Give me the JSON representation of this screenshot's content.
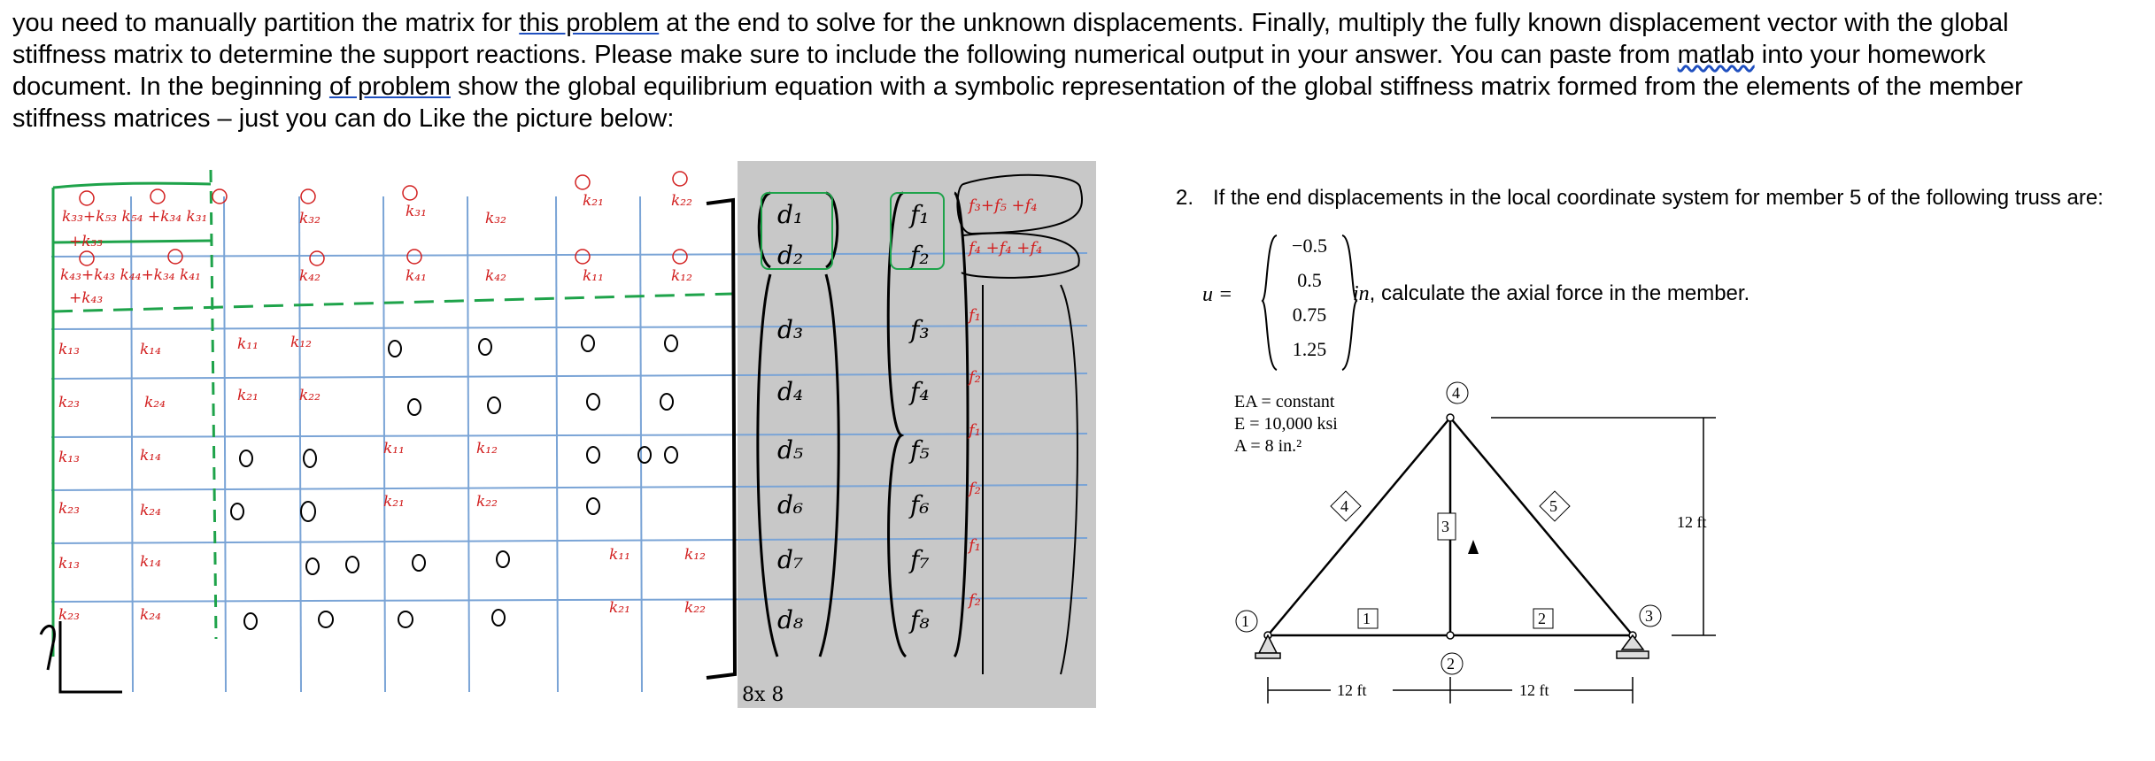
{
  "instructions": {
    "line1_a": "you need to manually partition the matrix for ",
    "line1_link": "this  problem",
    "line1_b": " at the end to solve for the unknown displacements. Finally, multiply the fully known displacement vector with the global",
    "line2_a": "stiffness matrix to determine the support reactions. Please make sure to include the following numerical output in your answer. You can paste from ",
    "line2_sq": "matlab",
    "line2_b": " into your homework",
    "line3_a": "document. In the beginning ",
    "line3_link": "of  problem",
    "line3_b": " show the global equilibrium equation with a symbolic representation of the global stiffness matrix formed from the elements of the member",
    "line4": "stiffness matrices – just you can do    Like the picture below:"
  },
  "handwritten": {
    "displacements": [
      "d₁",
      "d₂",
      "d₃",
      "d₄",
      "d₅",
      "d₆",
      "d₇",
      "d₈"
    ],
    "forces": [
      "f₁",
      "f₂",
      "f₃",
      "f₄",
      "f₅",
      "f₆",
      "f₇",
      "f₈"
    ],
    "size_label": "8x 8",
    "stiffness_terms": [
      "k₃₃",
      "k₃₄",
      "k₃₁",
      "k₃₂",
      "k₄₁",
      "k₄₂",
      "k₂₁",
      "k₂₂",
      "k₁₃",
      "k₁₄",
      "k₂₃",
      "k₂₄",
      "k₁₁",
      "k₁₂"
    ]
  },
  "problem2": {
    "number": "2.",
    "question": "If the end displacements in the local coordinate system for member 5 of the following truss are:",
    "u_label": "u =",
    "u_values": [
      "−0.5",
      "0.5",
      "0.75",
      "1.25"
    ],
    "tail_unit": "in",
    "tail_text": ", calculate the axial force in the member.",
    "props": [
      "EA = constant",
      "E = 10,000 ksi",
      "A = 8 in.²"
    ],
    "nodes": [
      "1",
      "2",
      "3",
      "4"
    ],
    "members": [
      "1",
      "2",
      "3",
      "4",
      "5"
    ],
    "dims": [
      "12 ft",
      "12 ft",
      "12 ft"
    ]
  }
}
